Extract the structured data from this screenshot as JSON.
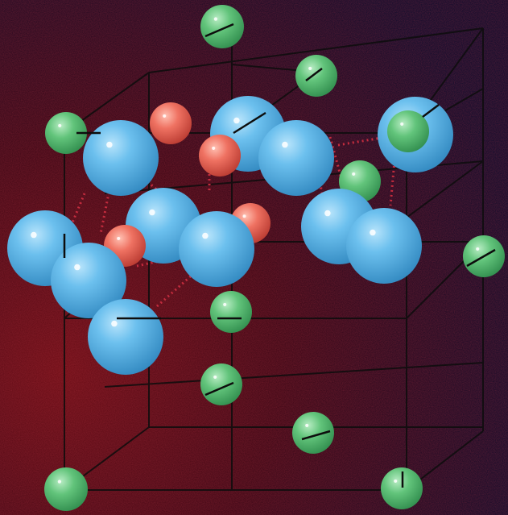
{
  "colors": {
    "background_dark": "#0a0a2a",
    "background_glow": "#5a0a10",
    "cell_edge": "#0c0c0c",
    "bond_dash": "#c02a3a",
    "green_atom": "#5fbf76",
    "blue_atom": "#56aee0",
    "red_atom": "#e8685c"
  },
  "atom_kinds": [
    "green-atom",
    "blue-atom",
    "red-atom"
  ]
}
